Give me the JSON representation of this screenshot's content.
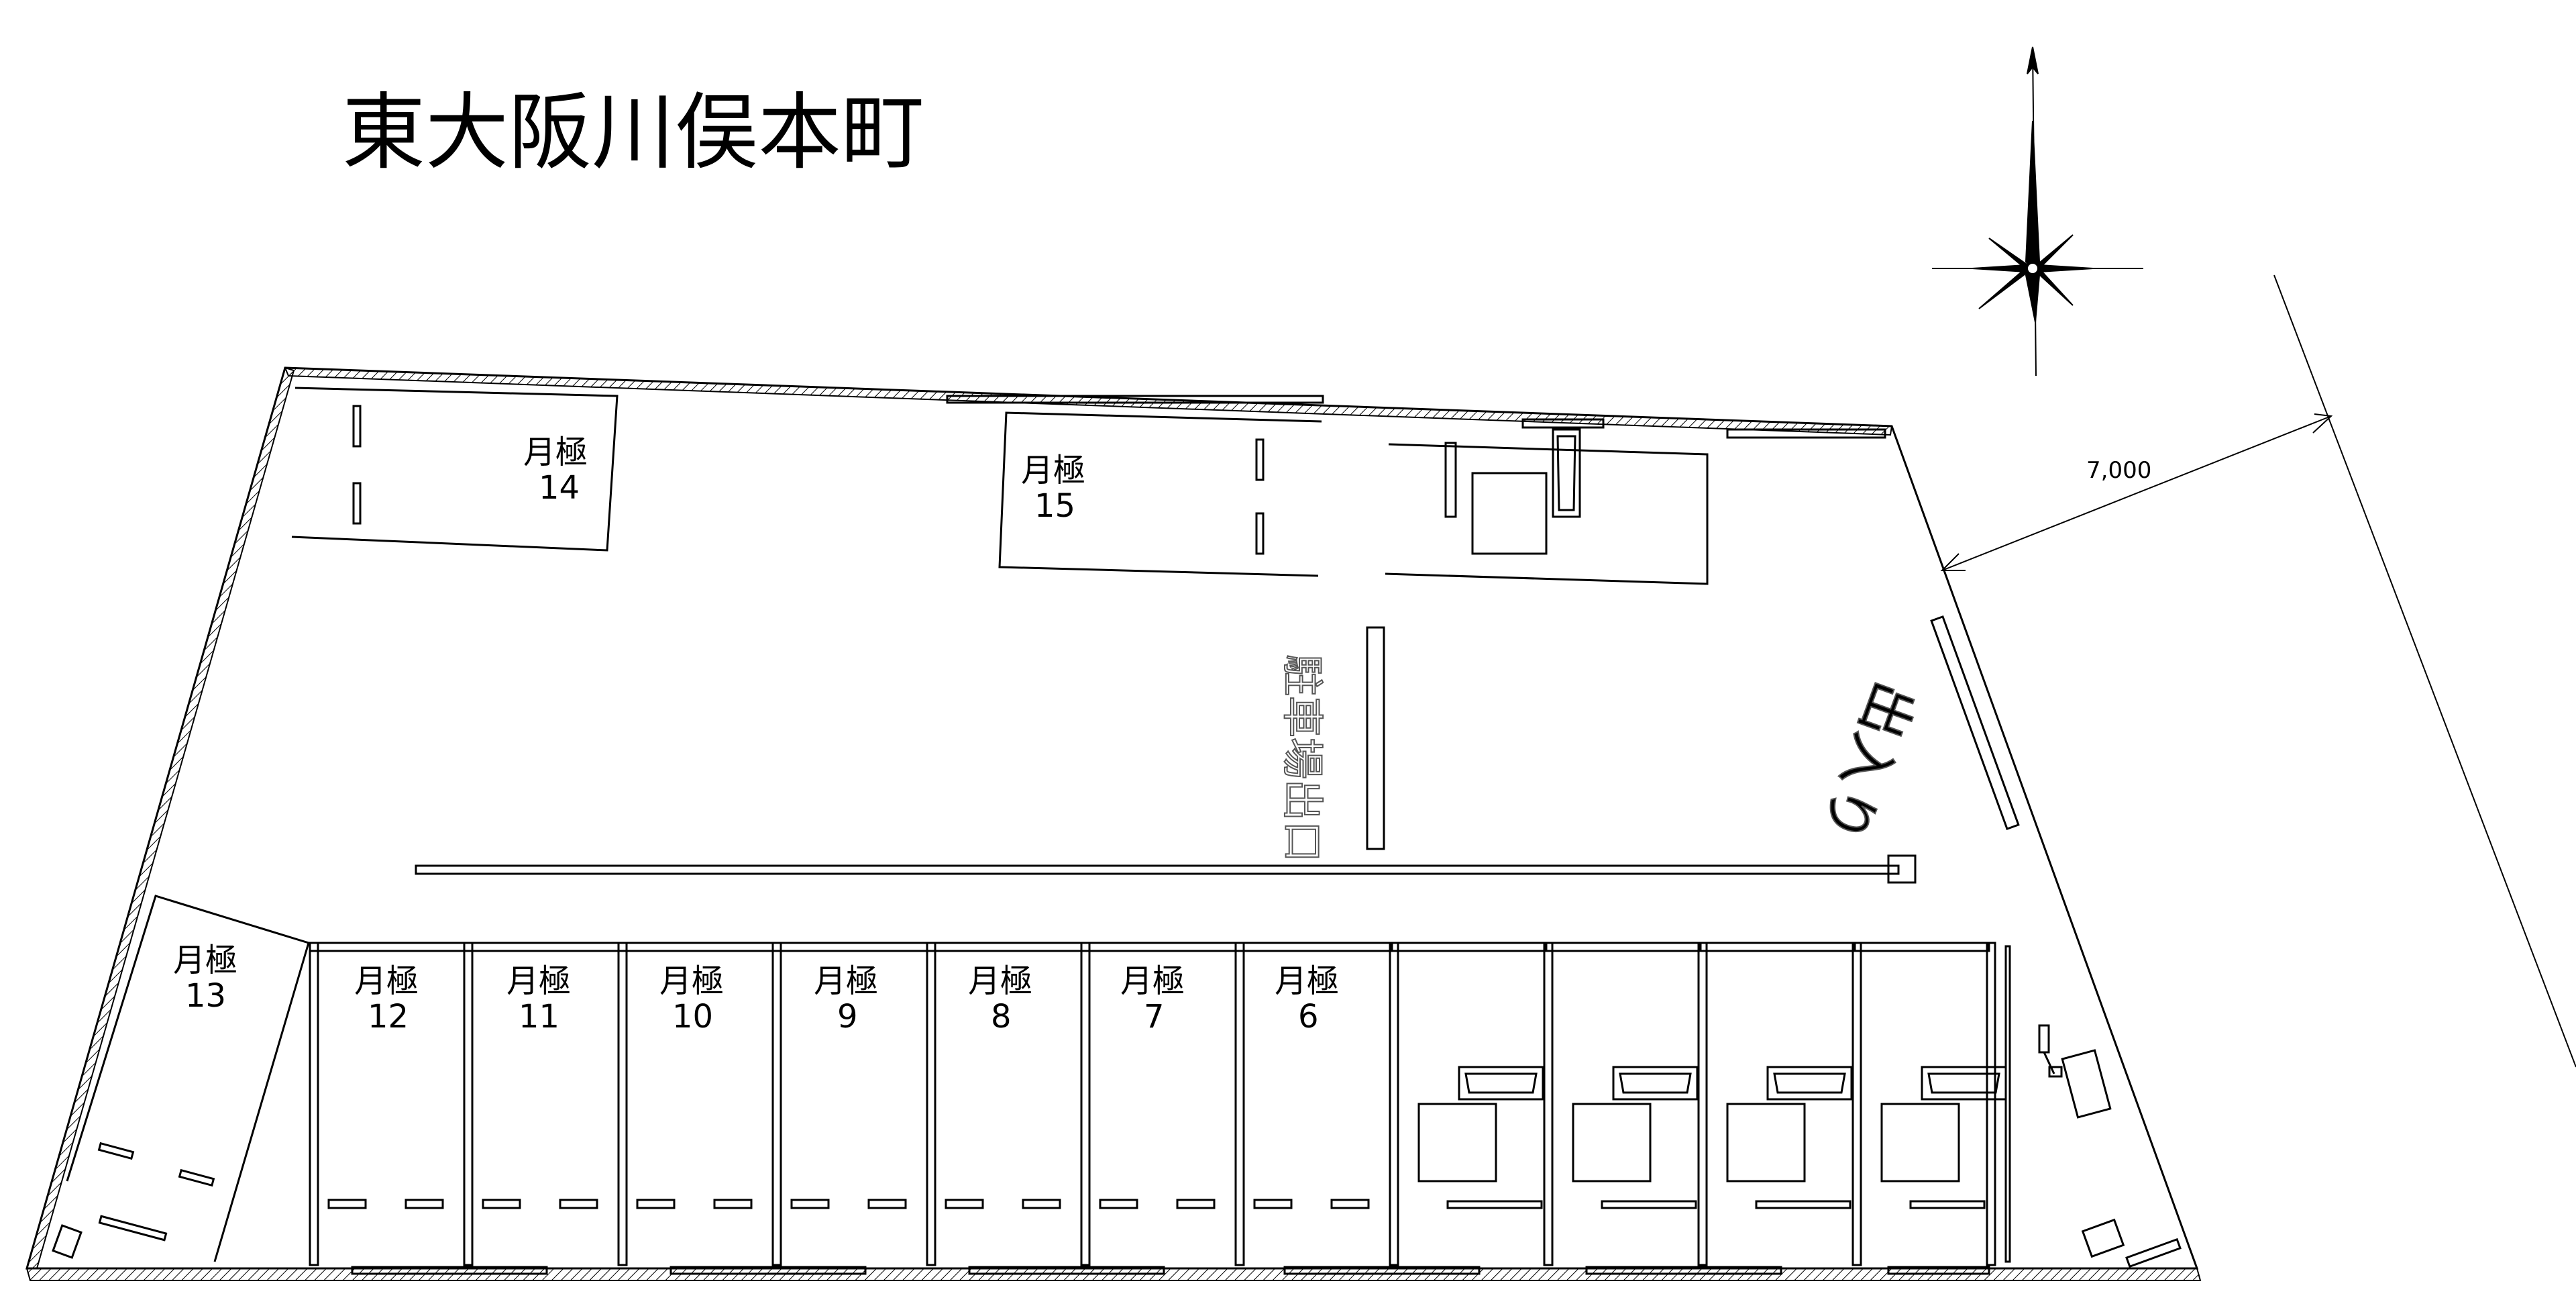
{
  "title": "東大阪川俣本町",
  "dimension_label": "7,000",
  "road_marking_text": "出入り",
  "aisle_text": "駐車場出口",
  "stall_label": "月極",
  "stalls": [
    {
      "number": "14"
    },
    {
      "number": "15"
    },
    {
      "number": "13"
    },
    {
      "number": "12"
    },
    {
      "number": "11"
    },
    {
      "number": "10"
    },
    {
      "number": "9"
    },
    {
      "number": "8"
    },
    {
      "number": "7"
    },
    {
      "number": "6"
    }
  ],
  "compass_icon": "compass-rose-north-icon",
  "colors": {
    "line": "#000000",
    "background": "#ffffff"
  }
}
